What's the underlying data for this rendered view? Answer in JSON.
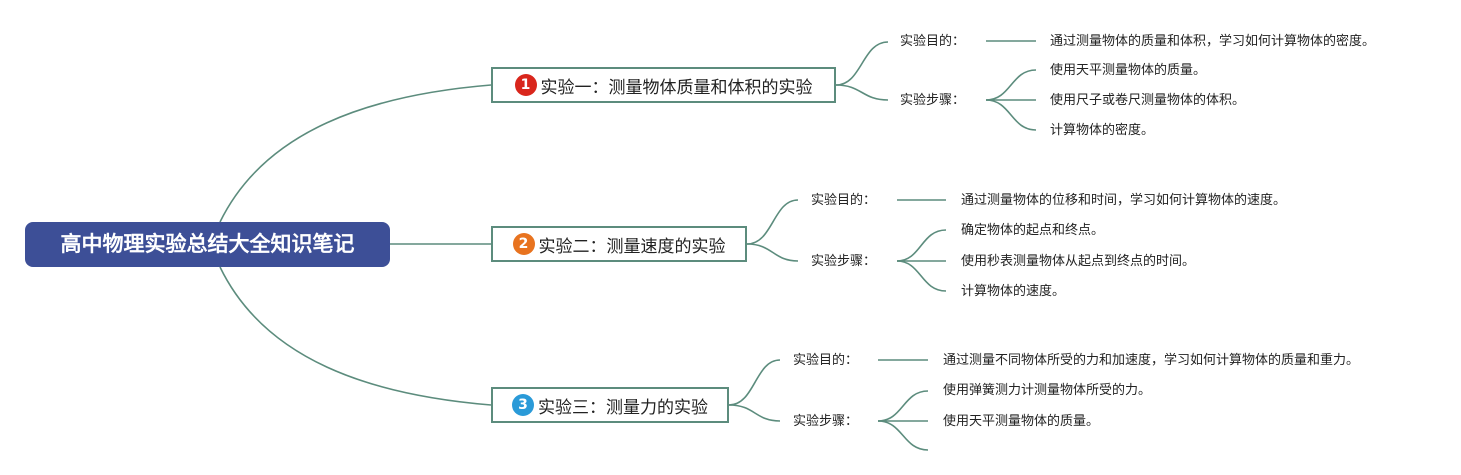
{
  "root": {
    "title": "高中物理实验总结大全知识笔记"
  },
  "colors": {
    "root_bg": "#3d4f97",
    "line": "#5c8c7d",
    "badge1": "#d9261c",
    "badge2": "#e8731f",
    "badge3": "#2a9ad8"
  },
  "branches": [
    {
      "number": "1",
      "title": "实验一：测量物体质量和体积的实验",
      "purpose_label": "实验目的：",
      "purpose": "通过测量物体的质量和体积，学习如何计算物体的密度。",
      "steps_label": "实验步骤：",
      "steps": [
        "使用天平测量物体的质量。",
        "使用尺子或卷尺测量物体的体积。",
        "计算物体的密度。"
      ]
    },
    {
      "number": "2",
      "title": "实验二：测量速度的实验",
      "purpose_label": "实验目的：",
      "purpose": "通过测量物体的位移和时间，学习如何计算物体的速度。",
      "steps_label": "实验步骤：",
      "steps": [
        "确定物体的起点和终点。",
        "使用秒表测量物体从起点到终点的时间。",
        "计算物体的速度。"
      ]
    },
    {
      "number": "3",
      "title": "实验三：测量力的实验",
      "purpose_label": "实验目的：",
      "purpose": "通过测量不同物体所受的力和加速度，学习如何计算物体的质量和重力。",
      "steps_label": "实验步骤：",
      "steps": [
        "使用弹簧测力计测量物体所受的力。",
        "使用天平测量物体的质量。",
        ""
      ]
    }
  ]
}
